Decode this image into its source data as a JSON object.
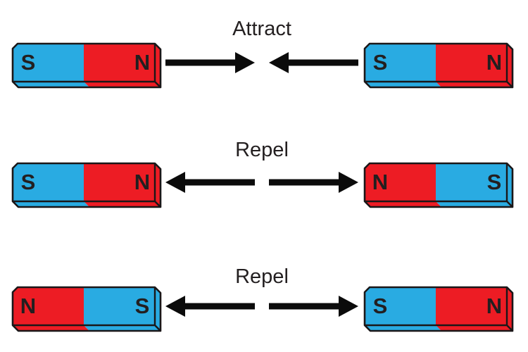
{
  "background": "#ffffff",
  "palette": {
    "blue": "#29ABE2",
    "red": "#ED1C24",
    "outline": "#1A1718",
    "arrow": "#0B0B0B",
    "label_text": "#231F20",
    "pole_text": "#231F20"
  },
  "rows": [
    {
      "label": "Attract",
      "type": "attract",
      "arrows": {
        "left": "points-right",
        "right": "points-left"
      },
      "left_magnet": {
        "left_pole": "S",
        "left_color": "blue",
        "right_pole": "N",
        "right_color": "red"
      },
      "right_magnet": {
        "left_pole": "S",
        "left_color": "blue",
        "right_pole": "N",
        "right_color": "red"
      }
    },
    {
      "label": "Repel",
      "type": "repel",
      "arrows": {
        "left": "points-left",
        "right": "points-right"
      },
      "left_magnet": {
        "left_pole": "S",
        "left_color": "blue",
        "right_pole": "N",
        "right_color": "red"
      },
      "right_magnet": {
        "left_pole": "N",
        "left_color": "red",
        "right_pole": "S",
        "right_color": "blue"
      }
    },
    {
      "label": "Repel",
      "type": "repel",
      "arrows": {
        "left": "points-left",
        "right": "points-right"
      },
      "left_magnet": {
        "left_pole": "N",
        "left_color": "red",
        "right_pole": "S",
        "right_color": "blue"
      },
      "right_magnet": {
        "left_pole": "S",
        "left_color": "blue",
        "right_pole": "N",
        "right_color": "red"
      }
    }
  ]
}
